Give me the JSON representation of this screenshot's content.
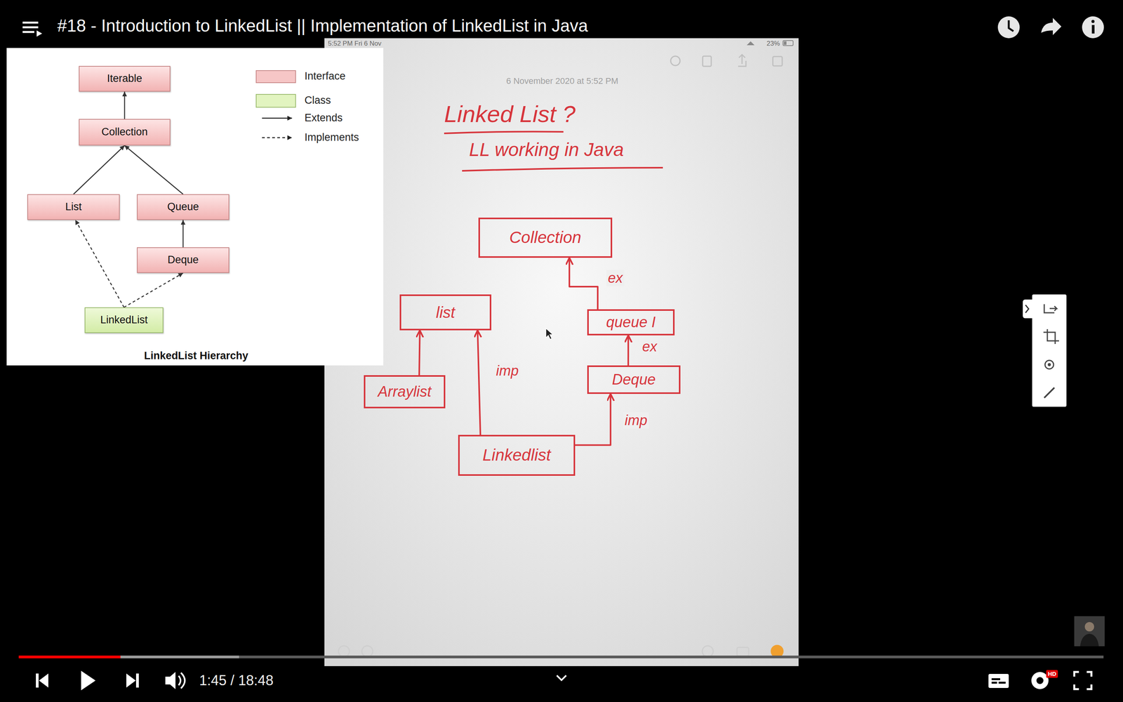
{
  "diagram": {
    "title": "#18 - Introduction to LinkedList || Implementation of LinkedList in Java",
    "caption": "LinkedList Hierarchy",
    "nodes": [
      {
        "text": [
          "Iterable"
        ]
      },
      {
        "text": [
          "Collection"
        ]
      },
      {
        "text": [
          "List"
        ]
      },
      {
        "text": [
          "Queue"
        ]
      },
      {
        "text": [
          "Deque"
        ]
      },
      {
        "text": [
          "LinkedList"
        ]
      },
      {
        "text": [
          "Collection"
        ]
      },
      {
        "text": [
          "list"
        ]
      },
      {
        "text": [
          "Arraylist"
        ]
      },
      {
        "text": [
          "queue I"
        ]
      },
      {
        "text": [
          "Deque"
        ]
      },
      {
        "text": [
          "Linkedlist"
        ]
      }
    ],
    "edges": [
      {
        "from": 1,
        "to": 0,
        "arrow": "to"
      },
      {
        "from": 2,
        "to": 1,
        "arrow": "to"
      },
      {
        "from": 3,
        "to": 1,
        "arrow": "to"
      },
      {
        "from": 4,
        "to": 3,
        "arrow": "to"
      },
      {
        "from": 5,
        "to": 2,
        "arrow": "to"
      },
      {
        "from": 5,
        "to": 4,
        "arrow": "to"
      },
      {
        "from": 9,
        "to": 6,
        "arrow": "to",
        "label": "ex"
      },
      {
        "from": 10,
        "to": 9,
        "arrow": "to",
        "label": "ex"
      },
      {
        "from": 8,
        "to": 7,
        "arrow": "to"
      },
      {
        "from": 11,
        "to": 7,
        "arrow": "to",
        "label": "imp"
      },
      {
        "from": 11,
        "to": 10,
        "arrow": "to",
        "label": "imp"
      }
    ],
    "labels": [
      "5:52 PM Fri 6 Nov",
      "23%",
      "6 November 2020 at 5:52 PM",
      "Linked List ?",
      "LL working in Java",
      "1:45 / 18:48",
      "HD"
    ],
    "legend": [
      {
        "text": "Interface",
        "color": "#f6c6c6"
      },
      {
        "text": "Class",
        "color": "#e2f4c0"
      },
      {
        "text": "Extends"
      },
      {
        "text": "Implements"
      }
    ]
  }
}
